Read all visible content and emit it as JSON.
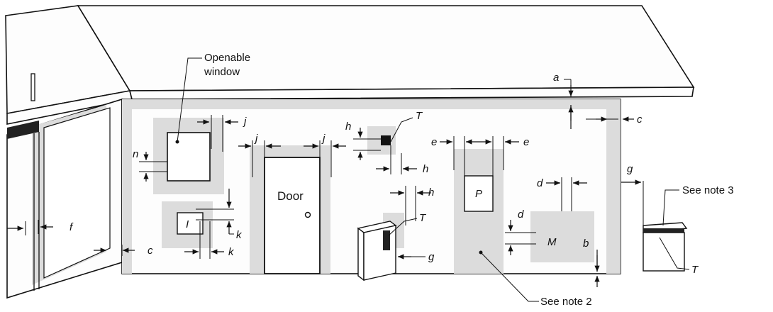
{
  "labels": {
    "openable_window": [
      "Openable",
      "window"
    ],
    "door": "Door",
    "note2": "See note 2",
    "note3": "See note 3",
    "a": "a",
    "b": "b",
    "c": "c",
    "d": "d",
    "e": "e",
    "f": "f",
    "g": "g",
    "h": "h",
    "j": "j",
    "k": "k",
    "n": "n",
    "T": "T",
    "P": "P",
    "M": "M",
    "I": "I"
  },
  "colors": {
    "clearance_zone": "#dcdcdc",
    "line": "#111111",
    "background": "#ffffff"
  }
}
